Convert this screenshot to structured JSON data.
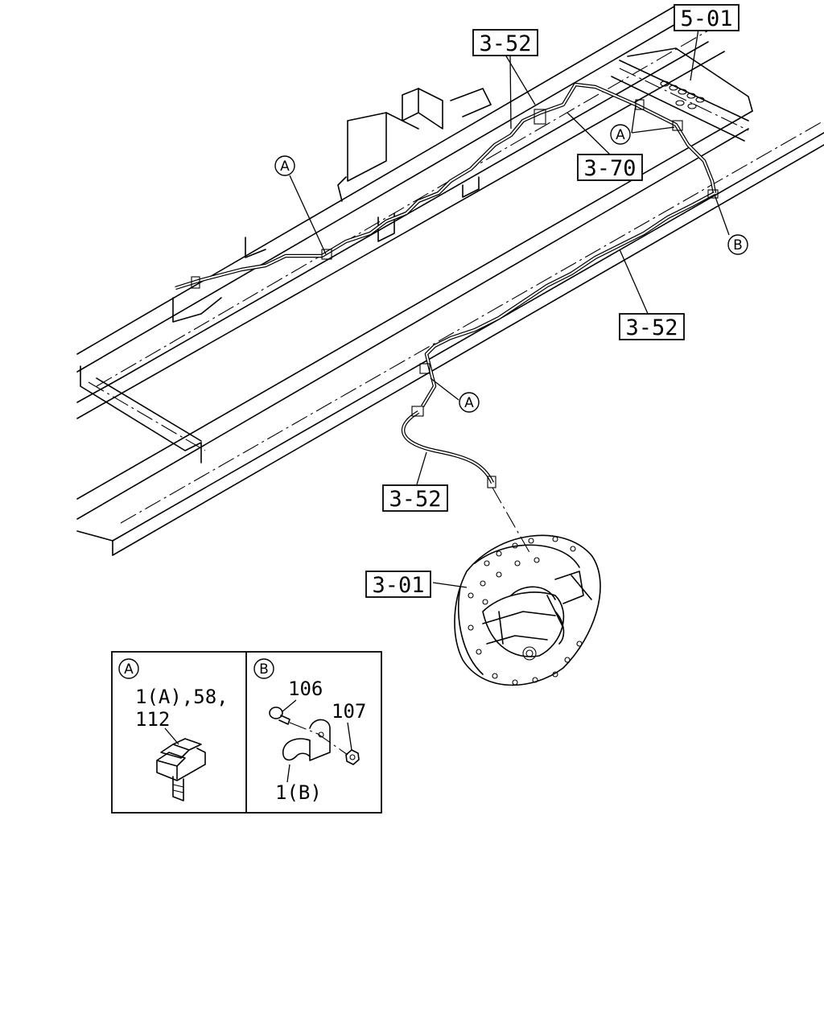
{
  "labels": {
    "frame_ref": "5-01",
    "pipe_top": "3-52",
    "pipe_mid": "3-52",
    "pipe_flex": "3-52",
    "union": "3-70",
    "brake": "3-01"
  },
  "markers": {
    "a": "A",
    "b": "B"
  },
  "detail_a": {
    "marker": "A",
    "parts_line1": "1(A),58,",
    "parts_line2": "112"
  },
  "detail_b": {
    "marker": "B",
    "bolt": "106",
    "nut": "107",
    "clip": "1(B)"
  }
}
